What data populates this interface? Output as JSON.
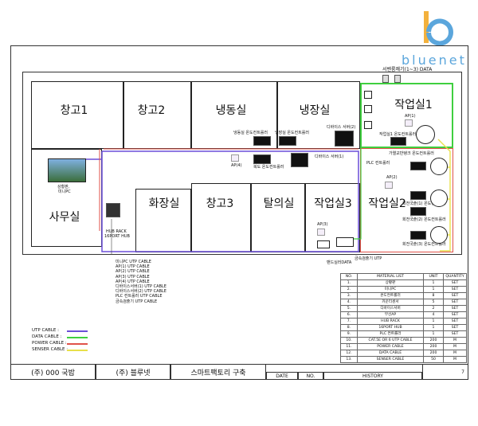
{
  "logo": {
    "text": "bluenet",
    "color": "#5ba6dc",
    "accent": "#f3b13d"
  },
  "rooms": {
    "storage1": "창고1",
    "storage2": "창고2",
    "freezer": "냉동실",
    "fridge": "냉장실",
    "work1": "작업실1",
    "office": "사무실",
    "restroom": "화장실",
    "storage3": "창고3",
    "locker": "탈의실",
    "work3": "작업실3",
    "work2": "작업실2"
  },
  "labels": {
    "top_data": "서벤룸쾌기(1~3) DATA",
    "freezer_ctrl": "냉동실 온도컨트롤러",
    "fridge_ctrl": "냉장실 온도컨트롤러",
    "device_server2": "디바이스 서버(2)",
    "device_server1": "디바이스 서버(1)",
    "hall_ctrl": "복도 온도컨트롤러",
    "ap4": "AP(4)",
    "ap1": "AP(1)",
    "work1_ctrl": "작업실1 온도컨트롤러",
    "work2_ctrl_top": "가열교반탱크 온도컨트롤러",
    "plc": "PLC 컨트롤러",
    "ap2": "AP(2)",
    "work2_ctrl1": "회전국솥(1) 온도컨트롤러",
    "work2_ctrl2": "회전국솥(2) 온도컨트롤러",
    "work2_ctrl3": "회전국솥(3) 온도컨트롤러",
    "monitor": "상황판,",
    "minipc": "미니PC",
    "hub": "HUB RACK",
    "hub2": "16PORT HUB",
    "ap3": "AP(3)",
    "metal_utp": "금속검출기 UTP",
    "band_data": "밴드실러DATA"
  },
  "cable_notes": [
    "미니PC UTP CABLE",
    "AP(1) UTP CABLE",
    "AP(2) UTP CABLE",
    "AP(3) UTP CABLE",
    "AP(4) UTP CABLE",
    "디바이스서버(1) UTP CABLE",
    "디바이스서버(2) UTP CABLE",
    "PLC 컨트롤러 UTP CABLE",
    "금속검출기 UTP CABLE"
  ],
  "legend": [
    {
      "label": "UTP CABLE :",
      "color": "#6b4fd8"
    },
    {
      "label": "DATA CABLE :",
      "color": "#3fcf3f"
    },
    {
      "label": "POWER CABLE :",
      "color": "#e0524a"
    },
    {
      "label": "SENSER CABLE :",
      "color": "#e8e04a"
    }
  ],
  "material_table": {
    "headers": [
      "NO.",
      "MATERIAL LIST",
      "UNIT",
      "QUANTITY"
    ],
    "rows": [
      [
        "1.",
        "상황판",
        "1",
        "SET"
      ],
      [
        "2.",
        "미니PC",
        "1",
        "SET"
      ],
      [
        "3.",
        "온도컨트롤러",
        "8",
        "SET"
      ],
      [
        "4.",
        "카운터센서",
        "5",
        "SET"
      ],
      [
        "5.",
        "디바이스서버",
        "2",
        "SET"
      ],
      [
        "6.",
        "무선AP",
        "4",
        "SET"
      ],
      [
        "7.",
        "HUB RACK",
        "1",
        "SET"
      ],
      [
        "8.",
        "16PORT HUB",
        "1",
        "SET"
      ],
      [
        "9.",
        "PLC 컨트롤러",
        "1",
        "SET"
      ],
      [
        "10.",
        "CAT.5E OR 6 UTP CABLE",
        "200",
        "M"
      ],
      [
        "11.",
        "POWER CABLE",
        "200",
        "M"
      ],
      [
        "12.",
        "DATA CABLE",
        "200",
        "M"
      ],
      [
        "13.",
        "SENSER CABLE",
        "50",
        "M"
      ]
    ]
  },
  "title_block": {
    "client": "(주) 000 국밥",
    "company": "(주) 블루넷",
    "project": "스마트팩토리 구축",
    "date": "DATE",
    "no": "NO.",
    "history": "HISTORY",
    "sheet_no": "7"
  }
}
